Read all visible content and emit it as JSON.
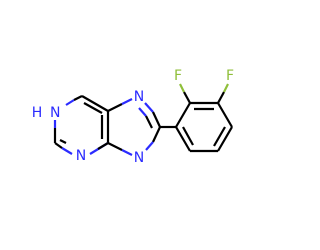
{
  "molecule": {
    "atoms": {
      "n_top_left": "H",
      "n_top_left_h": "N",
      "n_bottom_left": "N",
      "n_imidazole_top": "N",
      "n_imidazole_bottom": "N",
      "f_top": "F",
      "f_right": "F"
    }
  },
  "colors": {
    "carbon": "#000000",
    "nitrogen": "#2b2bff",
    "fluorine": "#8fbf3a"
  }
}
